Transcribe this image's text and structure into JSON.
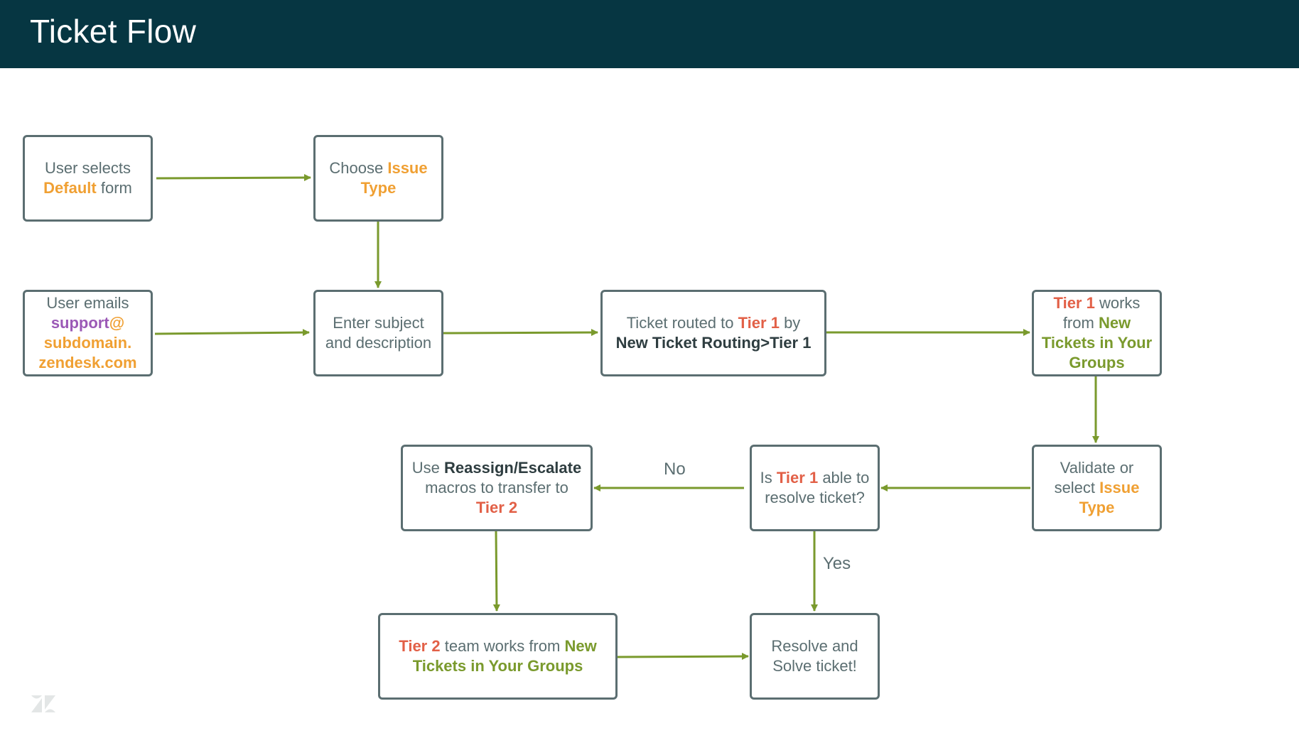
{
  "header": {
    "title": "Ticket Flow"
  },
  "nodes": {
    "n1": {
      "t1": "User selects",
      "t2": "Default",
      "t3": "form"
    },
    "n2": {
      "t1": "Choose",
      "t2": "Issue",
      "t3": "Type"
    },
    "n3": {
      "t1": "User emails",
      "t2": "support",
      "t3": "@",
      "t4": "subdomain.",
      "t5": "zendesk.com"
    },
    "n4": {
      "t1": "Enter subject",
      "t2": "and description"
    },
    "n5": {
      "t1": "Ticket routed to",
      "t2": "Tier 1",
      "t3": "by",
      "t4": "New Ticket Routing>Tier 1"
    },
    "n6": {
      "t1": "Tier 1",
      "t2": "works",
      "t3": "from",
      "t4": "New",
      "t5": "Tickets in Your",
      "t6": "Groups"
    },
    "n7": {
      "t1": "Validate or",
      "t2": "select",
      "t3": "Issue",
      "t4": "Type"
    },
    "n8": {
      "t1": "Is",
      "t2": "Tier 1",
      "t3": "able to",
      "t4": "resolve ticket?"
    },
    "n9": {
      "t1": "Use",
      "t2": "Reassign/Escalate",
      "t3": "macros to transfer to",
      "t4": "Tier 2"
    },
    "n10": {
      "t1": "Tier 2",
      "t2": "team works from",
      "t3": "New",
      "t4": "Tickets in Your Groups"
    },
    "n11": {
      "t1": "Resolve and",
      "t2": "Solve ticket!"
    }
  },
  "edge_labels": {
    "no": "No",
    "yes": "Yes"
  },
  "colors": {
    "header_bg": "#063642",
    "arrow": "#7a9a2d",
    "box_border": "#5b6e71",
    "orange": "#f0a033",
    "red": "#e26047",
    "green": "#7a9a2d",
    "purple": "#9b59b6"
  },
  "icons": {
    "logo": "zendesk-logo-icon"
  }
}
